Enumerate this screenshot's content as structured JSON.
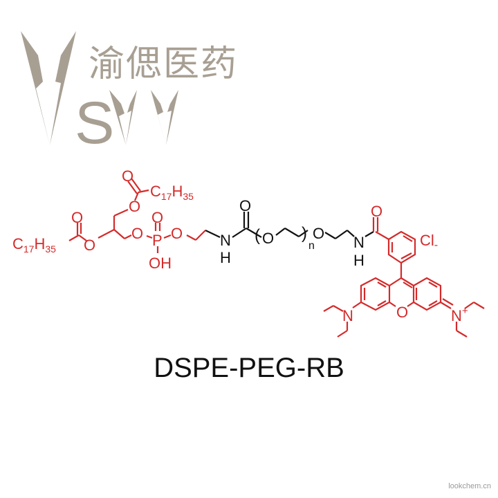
{
  "logo": {
    "company_name_cn": "渝偲医药",
    "letters": "SW",
    "color": "#a89f93"
  },
  "molecule": {
    "name": "DSPE-PEG-RB",
    "colors": {
      "lipid_dye": "#d42a2a",
      "peg_linker": "#111111"
    },
    "labels": {
      "acyl_top": "C17H35",
      "acyl_left": "C17H35",
      "phosphate_p": "P",
      "phosphate_oh": "OH",
      "carbamate_n": "N",
      "carbamate_h": "H",
      "peg_repeat": "n",
      "amide_n": "N",
      "amide_h": "H",
      "counterion": "Cl-",
      "xanthene_o": "O",
      "left_amine": "N",
      "right_iminium": "N+"
    }
  },
  "watermark": "lookchem.cn"
}
